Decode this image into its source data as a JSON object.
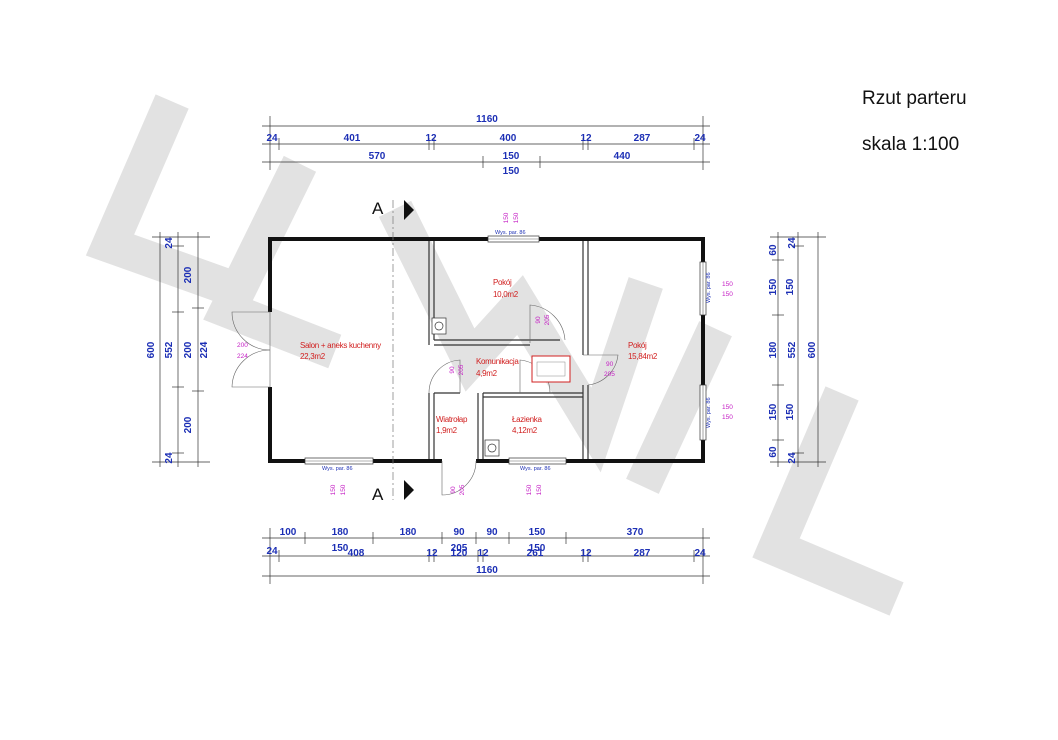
{
  "title": {
    "line1": "Rzut parteru",
    "line2": "skala 1:100"
  },
  "rooms": [
    {
      "name": "Salon + aneks kuchenny",
      "area": "22,3m2"
    },
    {
      "name": "Pokój",
      "area": "10,0m2"
    },
    {
      "name": "Komunikacja",
      "area": "4,9m2"
    },
    {
      "name": "Pokój",
      "area": "15,84m2"
    },
    {
      "name": "Wiatrołap",
      "area": "1,9m2"
    },
    {
      "name": "Łazienka",
      "area": "4,12m2"
    }
  ],
  "section_labels": [
    "A",
    "A"
  ],
  "window_note": "Wys. par. 86",
  "dimensions": {
    "top_total": "1160",
    "top_row1": [
      "24",
      "401",
      "12",
      "400",
      "12",
      "287",
      "24"
    ],
    "top_row2": [
      "570",
      "150",
      "440"
    ],
    "top_row2_sub": "150",
    "bottom_row1": [
      "100",
      "180",
      "180",
      "90",
      "90",
      "150",
      "370"
    ],
    "bottom_row2": [
      "24",
      "150",
      "408",
      "12",
      "205",
      "120",
      "12",
      "150",
      "261",
      "12",
      "287",
      "24"
    ],
    "bottom_total": "1160",
    "left_outer": "600",
    "left_mid": [
      "552"
    ],
    "left_inner": [
      "24",
      "200",
      "200",
      "200",
      "24"
    ],
    "left_door": "224",
    "right_outer": "600",
    "right_mid": "552",
    "right_inner": [
      "60",
      "24",
      "150",
      "150",
      "180",
      "150",
      "150",
      "60",
      "24"
    ],
    "pink_labels": [
      "150",
      "150",
      "200",
      "224",
      "90",
      "205",
      "90",
      "205",
      "90",
      "205",
      "90",
      "205",
      "150",
      "150",
      "150",
      "150",
      "150",
      "150",
      "150",
      "150"
    ]
  }
}
